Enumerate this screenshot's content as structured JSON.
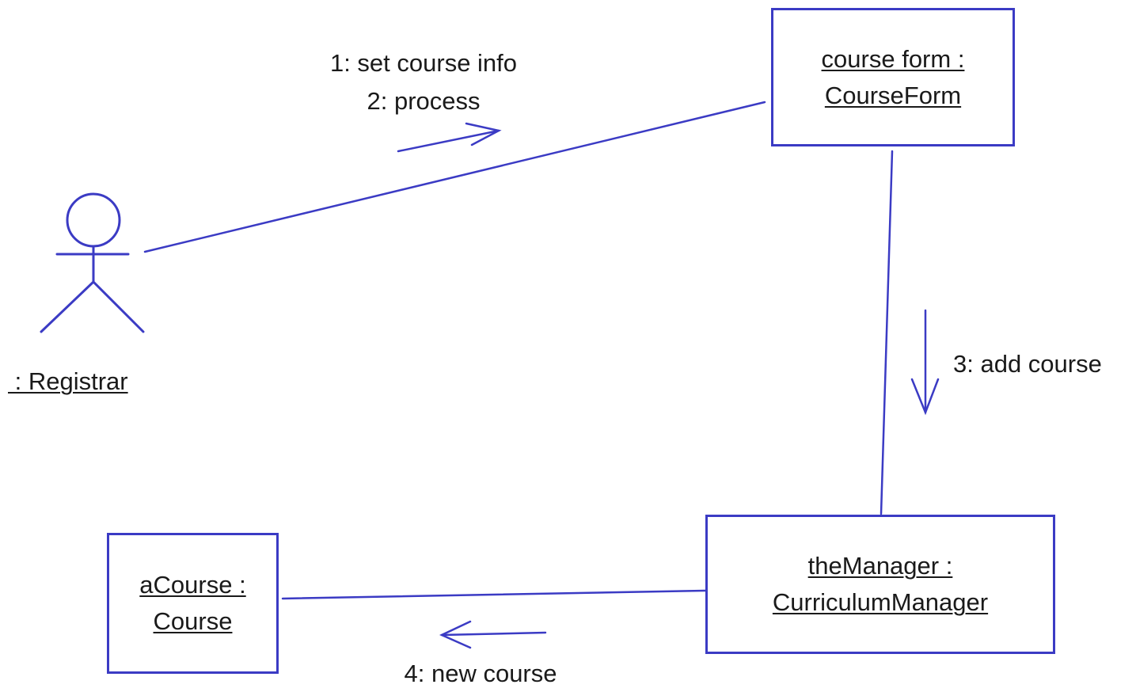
{
  "diagram": {
    "stroke_color": "#3b3bc4",
    "actor": {
      "label": " : Registrar"
    },
    "objects": {
      "course_form": {
        "line1": "course form :",
        "line2": "CourseForm"
      },
      "the_manager": {
        "line1": "theManager :",
        "line2": "CurriculumManager"
      },
      "a_course": {
        "line1": "aCourse :",
        "line2": "Course"
      }
    },
    "messages": {
      "m1": "1: set course info",
      "m2": "2: process",
      "m3": "3: add course",
      "m4": "4: new course"
    }
  }
}
